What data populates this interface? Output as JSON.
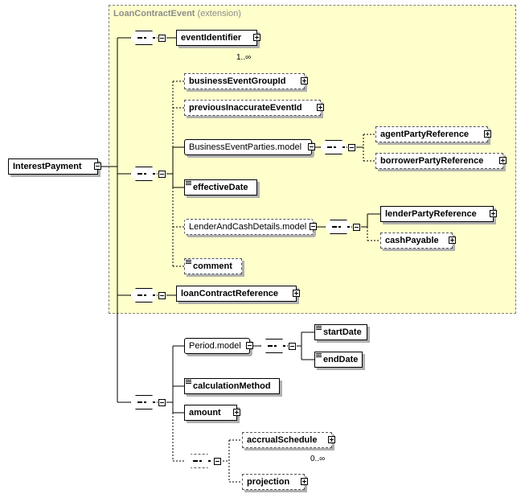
{
  "extension": {
    "name": "LoanContractEvent",
    "suffix": "(extension)"
  },
  "root": {
    "label": "InterestPayment"
  },
  "elements": {
    "eventIdentifier": "eventIdentifier",
    "eventIdentifier_occurs": "1..∞",
    "businessEventGroupId": "businessEventGroupId",
    "previousInaccurateEventId": "previousInaccurateEventId",
    "businessEventPartiesModel": "BusinessEventParties.model",
    "agentPartyReference": "agentPartyReference",
    "borrowerPartyReference": "borrowerPartyReference",
    "effectiveDate": "effectiveDate",
    "lenderAndCashDetailsModel": "LenderAndCashDetails.model",
    "lenderPartyReference": "lenderPartyReference",
    "cashPayable": "cashPayable",
    "comment": "comment",
    "loanContractReference": "loanContractReference",
    "periodModel": "Period.model",
    "startDate": "startDate",
    "endDate": "endDate",
    "calculationMethod": "calculationMethod",
    "amount": "amount",
    "accrualSchedule": "accrualSchedule",
    "accrualSchedule_occurs": "0..∞",
    "projection": "projection"
  }
}
